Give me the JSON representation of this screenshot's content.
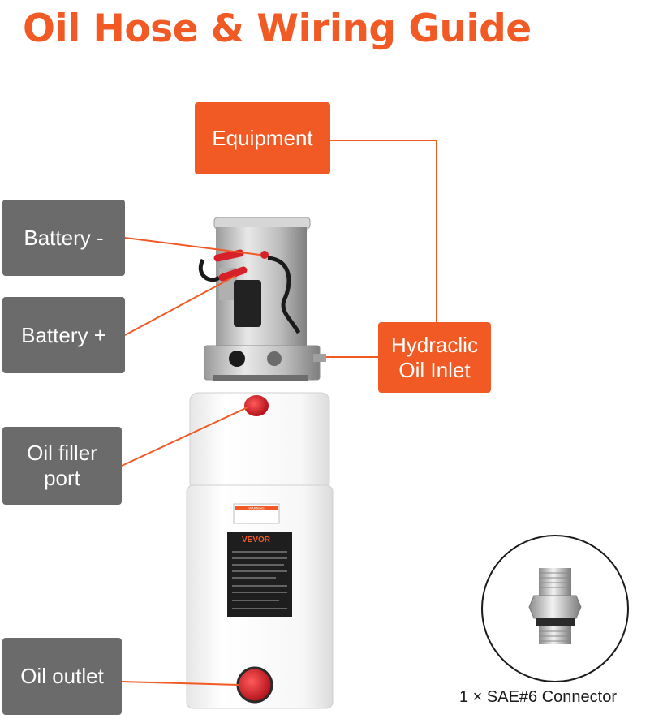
{
  "title": "Oil Hose & Wiring Guide",
  "labels": {
    "equipment": "Equipment",
    "battery_neg": "Battery -",
    "battery_pos": "Battery +",
    "hydraulic_oil_inlet_line1": "Hydraclic",
    "hydraulic_oil_inlet_line2": "Oil Inlet",
    "oil_filler_port_line1": "Oil filler",
    "oil_filler_port_line2": "port",
    "oil_outlet": "Oil outlet"
  },
  "product": {
    "brand": "VEVOR",
    "warning": "WARNING"
  },
  "connector_caption": "1 × SAE#6 Connector",
  "colors": {
    "title": "#f15a24",
    "accent": "#f15a24",
    "label_gray": "#6b6b6b",
    "cap_red": "#d8202a"
  }
}
